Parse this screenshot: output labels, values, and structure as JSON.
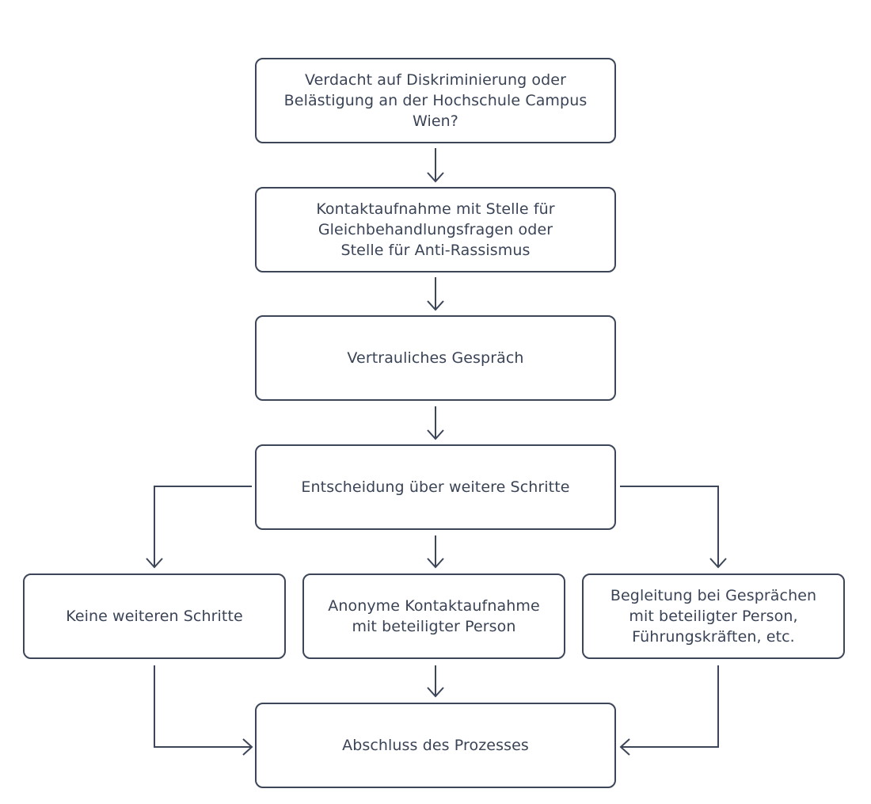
{
  "colors": {
    "stroke": "#3c4658",
    "text": "#3a4456",
    "background": "#ffffff"
  },
  "diagram": {
    "question": "Verdacht auf Diskriminierung oder\nBelästigung an der Hochschule Campus Wien?",
    "contact": "Kontaktaufnahme mit Stelle für\nGleichbehandlungsfragen oder\nStelle für Anti-Rassismus",
    "conversation": "Vertrauliches Gespräch",
    "decision": "Entscheidung über weitere Schritte",
    "option_none": "Keine weiteren Schritte",
    "option_anonymous": "Anonyme Kontaktaufnahme\nmit beteiligter Person",
    "option_accompaniment": "Begleitung bei Gesprächen\nmit beteiligter Person,\nFührungskräften, etc.",
    "conclusion": "Abschluss des Prozesses"
  }
}
